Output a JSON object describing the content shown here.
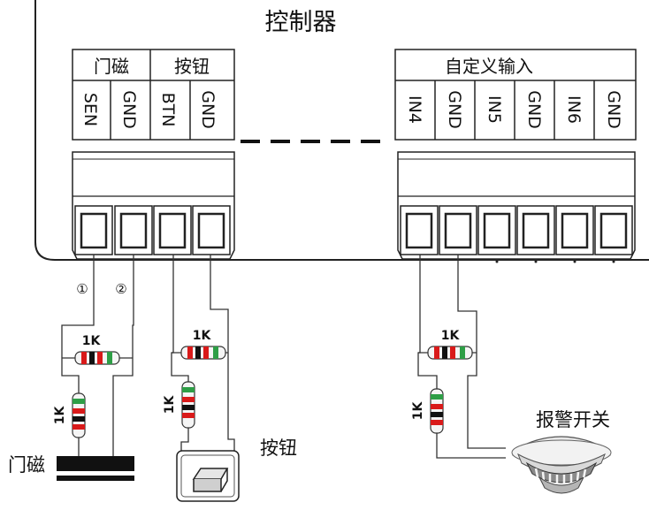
{
  "controller": {
    "title": "控制器"
  },
  "groups": [
    {
      "label": "门磁"
    },
    {
      "label": "按钮"
    },
    {
      "label": "自定义输入"
    }
  ],
  "pins": [
    "SEN",
    "GND",
    "BTN",
    "GND",
    "IN4",
    "GND",
    "IN5",
    "GND",
    "IN6",
    "GND"
  ],
  "markers": [
    "①",
    "②"
  ],
  "resistors": [
    "1K",
    "1K",
    "1K",
    "1K",
    "1K",
    "1K"
  ],
  "resistor_band_colors": {
    "red": "#d91a1a",
    "black": "#111111",
    "green": "#2e9e46"
  },
  "devices": {
    "door_magnet": "门磁",
    "button": "按钮",
    "alarm_switch": "报警开关"
  }
}
